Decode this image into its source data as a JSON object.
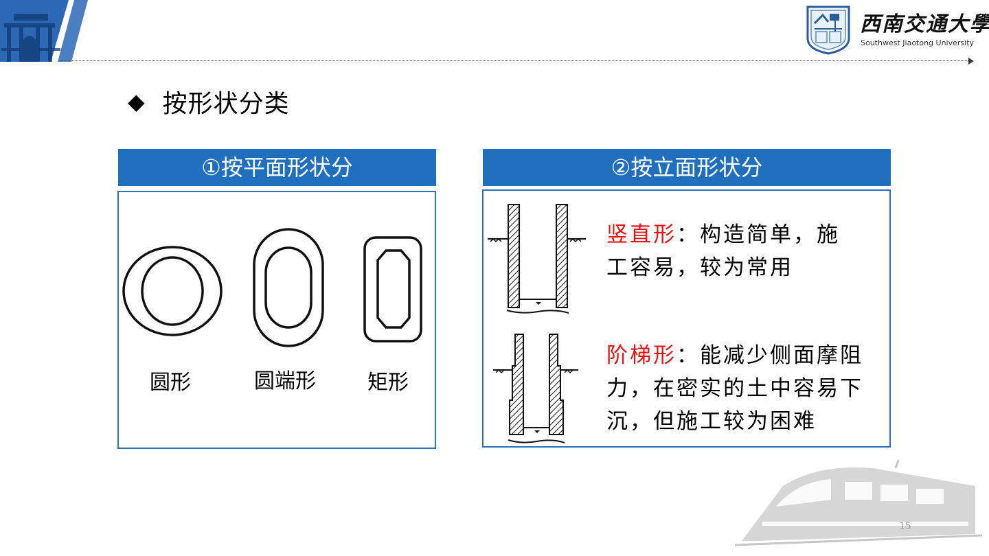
{
  "header": {
    "university_name_cn": "西南交通大學",
    "university_name_en": "Southwest Jiaotong University"
  },
  "heading": {
    "bullet": "◆",
    "text": "按形状分类"
  },
  "panel_plan": {
    "title": "①按平面形状分",
    "shapes": [
      {
        "label": "圆形"
      },
      {
        "label": "圆端形"
      },
      {
        "label": "矩形"
      }
    ]
  },
  "panel_elevation": {
    "title": "②按立面形状分",
    "items": [
      {
        "term": "竖直形",
        "colon": "：",
        "line1": "构造简单，施",
        "line2": "工容易，较为常用"
      },
      {
        "term": "阶梯形",
        "colon": "：",
        "line1": "能减少侧面摩阻",
        "line2": "力，在密实的土中容易下",
        "line3": "沉，但施工较为困难"
      }
    ]
  },
  "page_number": "15",
  "colors": {
    "accent_blue": "#1f6fbe",
    "highlight_red": "#ee1111"
  }
}
